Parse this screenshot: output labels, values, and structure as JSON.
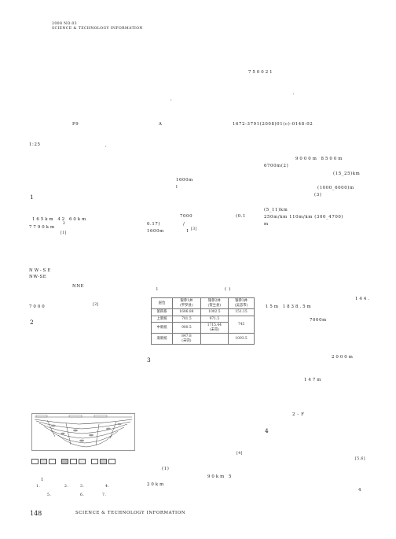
{
  "header": {
    "line1": "2008  NO.03",
    "line2": "SCIENCE  &  TECHNOLOGY  INFORMATION"
  },
  "top": {
    "postcode": "750021",
    "comma1": ",",
    "comma2": ","
  },
  "classification": {
    "p9": "P9",
    "a": "A",
    "code": "1672-3791(2008)01(c)-0148-02"
  },
  "col_left": {
    "scale": "1:25",
    "comma": ",",
    "sec1": "1",
    "row_165": "165km    42    60km",
    "row_7790": "7790km",
    "ref1": "[1]",
    "nw_se": "NW-SE",
    "nw_se2": "NW-SE",
    "nne": "NNE",
    "n7000": "7000",
    "ref2": "[2]",
    "sec2": "2"
  },
  "col_mid": {
    "m1600": "1600m",
    "l1": "l",
    "n7000": "7000",
    "p01": "(0.1",
    "p017": "0.17)",
    "slash": "/",
    "m1600b": "1600m",
    "one": "1",
    "ref3": "[3]",
    "table_title": "l",
    "paren": "(            )",
    "sec3": "3",
    "ref4": "[4]",
    "p1": "(1)",
    "km90": "90km        5",
    "km20": "20km"
  },
  "col_right": {
    "r1": "9000m            8500m",
    "r2": "6700m(2)",
    "r3": "(15_25)km",
    "r4": "(1000_6000)m",
    "r5": "(3)",
    "r6": "(5_11)km",
    "r7": "250m/km   110m/km           (300_4700)",
    "r8": "m",
    "r9": "144.",
    "r10": "15m            1838.5m",
    "r11": "7000m",
    "r12": "2000m",
    "r13": "147m",
    "r14": "2 - F",
    "sec4": "4",
    "ref56": "[5,6]",
    "four": "4"
  },
  "table": {
    "headers": [
      "层位",
      "银参1井\n(平罗县)",
      "银参2井\n(贺兰县)",
      "银参3井\n(吴忠市)"
    ],
    "rows": [
      [
        "第四系",
        "1606.88",
        "1002.5",
        "151.15"
      ],
      [
        "上新统",
        "701.5",
        "971.5",
        ""
      ],
      [
        "中新统",
        "900.5",
        "1715.44\n(未完)",
        "745"
      ],
      [
        "渐新统",
        "847.8\n(未完)",
        "",
        "1093.5"
      ]
    ]
  },
  "figure": {
    "caption_num": "1",
    "legend_items": [
      "1.",
      "2.",
      "3.",
      "4.",
      "5.",
      "6.",
      "7."
    ]
  },
  "footer": {
    "page": "148",
    "journal": "SCIENCE  &  TECHNOLOGY  INFORMATION"
  }
}
